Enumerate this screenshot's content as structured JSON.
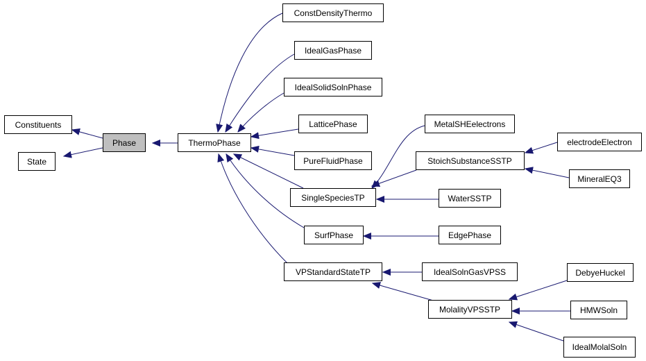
{
  "diagram": {
    "colors": {
      "edge": "#191970",
      "node_border": "#000000",
      "node_fill": "#ffffff",
      "current_fill": "#bfbfbf"
    },
    "current_class": "Phase",
    "nodes": {
      "constituents": "Constituents",
      "state": "State",
      "phase": "Phase",
      "thermophase": "ThermoPhase",
      "constdensitythermo": "ConstDensityThermo",
      "idealgasphase": "IdealGasPhase",
      "idealsolidsolnphase": "IdealSolidSolnPhase",
      "latticephase": "LatticePhase",
      "purefluidphase": "PureFluidPhase",
      "singlespeciestp": "SingleSpeciesTP",
      "surfphase": "SurfPhase",
      "vpstandardstatetp": "VPStandardStateTP",
      "metalsheelectrons": "MetalSHEelectrons",
      "stoichsubstancesstp": "StoichSubstanceSSTP",
      "watersstp": "WaterSSTP",
      "edgephase": "EdgePhase",
      "idealsolngasvpss": "IdealSolnGasVPSS",
      "molalityvpsstp": "MolalityVPSSTP",
      "electrodeelectron": "electrodeElectron",
      "mineraleq3": "MineralEQ3",
      "debyehuckel": "DebyeHuckel",
      "hmwsoln": "HMWSoln",
      "idealmolalsoln": "IdealMolalSoln"
    },
    "edges": [
      [
        "phase",
        "constituents"
      ],
      [
        "phase",
        "state"
      ],
      [
        "thermophase",
        "phase"
      ],
      [
        "constdensitythermo",
        "thermophase"
      ],
      [
        "idealgasphase",
        "thermophase"
      ],
      [
        "idealsolidsolnphase",
        "thermophase"
      ],
      [
        "latticephase",
        "thermophase"
      ],
      [
        "purefluidphase",
        "thermophase"
      ],
      [
        "singlespeciestp",
        "thermophase"
      ],
      [
        "surfphase",
        "thermophase"
      ],
      [
        "vpstandardstatetp",
        "thermophase"
      ],
      [
        "metalsheelectrons",
        "singlespeciestp"
      ],
      [
        "stoichsubstancesstp",
        "singlespeciestp"
      ],
      [
        "watersstp",
        "singlespeciestp"
      ],
      [
        "edgephase",
        "surfphase"
      ],
      [
        "idealsolngasvpss",
        "vpstandardstatetp"
      ],
      [
        "molalityvpsstp",
        "vpstandardstatetp"
      ],
      [
        "electrodeelectron",
        "stoichsubstancesstp"
      ],
      [
        "mineraleq3",
        "stoichsubstancesstp"
      ],
      [
        "debyehuckel",
        "molalityvpsstp"
      ],
      [
        "hmwsoln",
        "molalityvpsstp"
      ],
      [
        "idealmolalsoln",
        "molalityvpsstp"
      ]
    ]
  }
}
